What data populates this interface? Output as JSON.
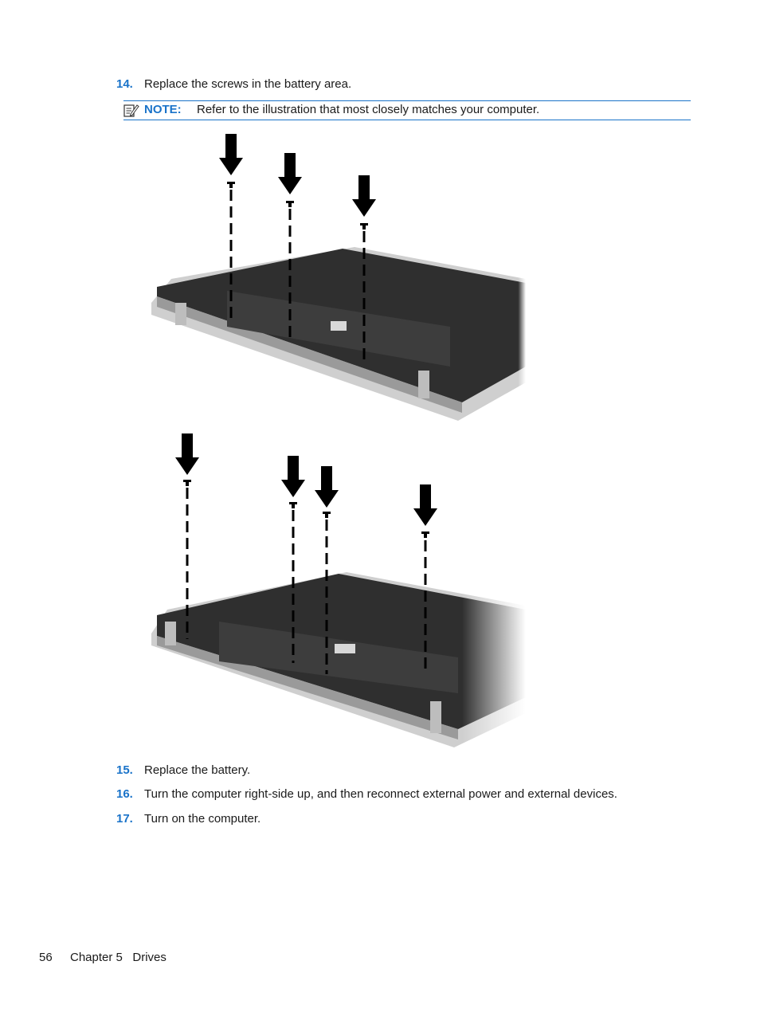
{
  "steps": {
    "s14": {
      "number": "14.",
      "text": "Replace the screws in the battery area."
    },
    "s15": {
      "number": "15.",
      "text": "Replace the battery."
    },
    "s16": {
      "number": "16.",
      "text": "Turn the computer right-side up, and then reconnect external power and external devices."
    },
    "s17": {
      "number": "17.",
      "text": "Turn on the computer."
    }
  },
  "note": {
    "label": "NOTE:",
    "text": "Refer to the illustration that most closely matches your computer.",
    "icon": "note-pad-pencil-icon"
  },
  "footer": {
    "page_number": "56",
    "chapter": "Chapter 5   Drives"
  },
  "colors": {
    "accent": "#1a73c9",
    "text": "#1a1a1a"
  }
}
